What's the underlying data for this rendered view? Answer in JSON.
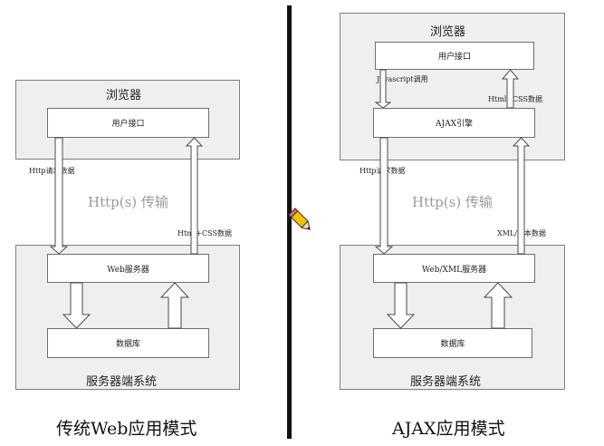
{
  "left": {
    "browser_title": "浏览器",
    "ui_box": "用户接口",
    "http_request": "Http请求数据",
    "transport": "Http(s) 传输",
    "response": "Html+CSS数据",
    "server_box": "Web服务器",
    "db_box": "数据库",
    "server_title": "服务器端系统",
    "caption": "传统Web应用模式"
  },
  "right": {
    "browser_title": "浏览器",
    "ui_box": "用户接口",
    "js_call": "Javascript调用",
    "html_css": "Html+CSS数据",
    "engine_box": "AJAX引擎",
    "http_request": "Http请求数据",
    "transport": "Http(s) 传输",
    "response": "XML/文本数据",
    "server_box": "Web/XML服务器",
    "db_box": "数据库",
    "server_title": "服务器端系统",
    "caption": "AJAX应用模式"
  },
  "colors": {
    "panel_bg": "#efefef",
    "arrow_fill": "#ffffff",
    "arrow_stroke": "#4a4a4a",
    "divider": "#111111"
  },
  "icons": {
    "pencil": "pencil-icon"
  }
}
